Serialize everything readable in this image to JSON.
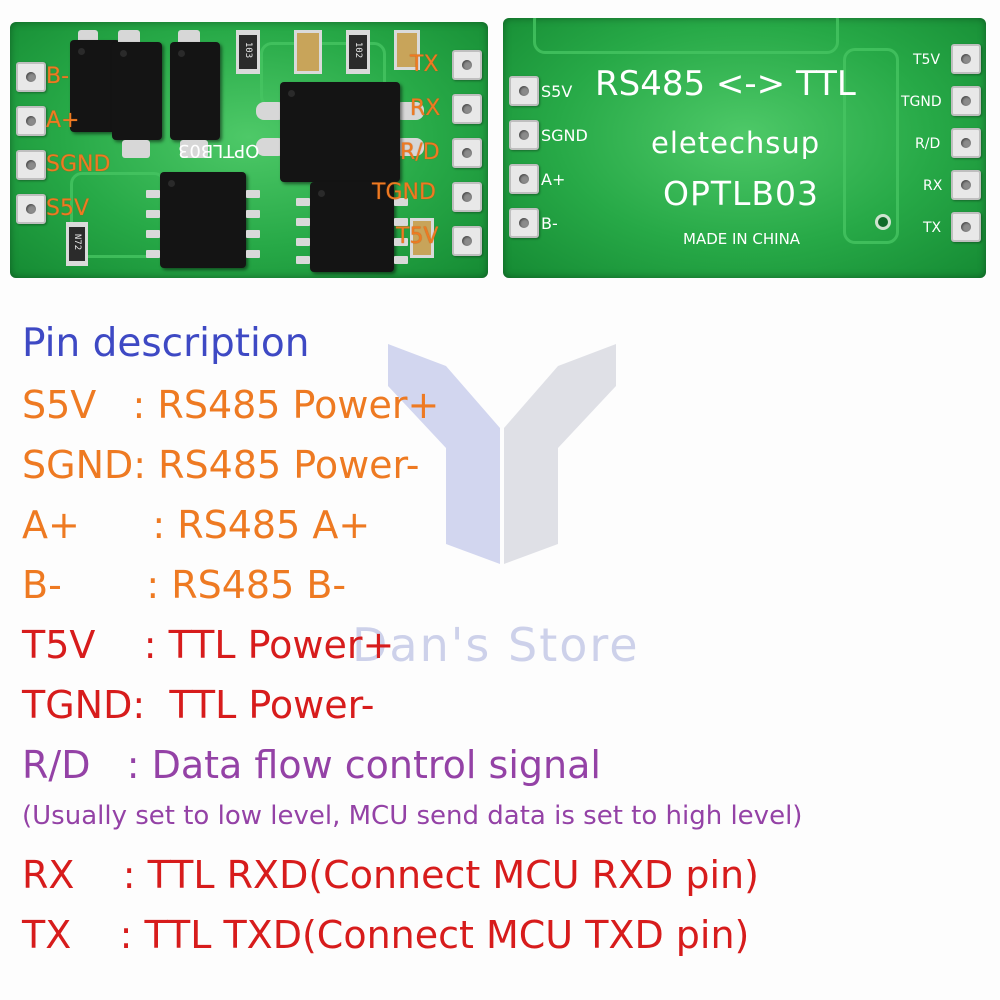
{
  "top_board": {
    "left_labels": [
      "B-",
      "A+",
      "SGND",
      "S5V"
    ],
    "right_labels": [
      "TX",
      "RX",
      "R/D",
      "TGND",
      "T5V"
    ],
    "chip_marking": "OPTLB03",
    "component_markings": [
      "103",
      "102",
      "N72"
    ]
  },
  "bottom_board": {
    "title": "RS485 <-> TTL",
    "brand": "eletechsup",
    "model": "OPTLB03",
    "made_in": "MADE IN CHINA",
    "left_labels": [
      "S5V",
      "SGND",
      "A+",
      "B-"
    ],
    "right_labels": [
      "T5V",
      "TGND",
      "R/D",
      "RX",
      "TX"
    ]
  },
  "watermark": {
    "text": "Dan's Store"
  },
  "pin_description": {
    "title": "Pin description",
    "rows": [
      {
        "pin": "S5V",
        "sep": "   : ",
        "desc": "RS485 Power+",
        "color": "#ee7a22"
      },
      {
        "pin": "SGND",
        "sep": ": ",
        "desc": "RS485 Power-",
        "color": "#ee7a22"
      },
      {
        "pin": "A+",
        "sep": "      : ",
        "desc": "RS485 A+",
        "color": "#ee7a22"
      },
      {
        "pin": "B-",
        "sep": "       : ",
        "desc": "RS485 B-",
        "color": "#ee7a22"
      },
      {
        "pin": "T5V",
        "sep": "    : ",
        "desc": "TTL Power+",
        "color": "#d71c1c"
      },
      {
        "pin": "TGND",
        "sep": ":  ",
        "desc": "TTL Power-",
        "color": "#d71c1c"
      },
      {
        "pin": "R/D",
        "sep": "   : ",
        "desc": "Data flow control signal",
        "color": "#9442a6"
      },
      {
        "pin": "RX",
        "sep": "    : ",
        "desc": "TTL RXD(Connect MCU RXD pin)",
        "color": "#d71c1c"
      },
      {
        "pin": "TX",
        "sep": "    : ",
        "desc": "TTL TXD(Connect MCU TXD pin)",
        "color": "#d71c1c"
      }
    ],
    "rd_note": "(Usually set to low level, MCU send data is set to high level)"
  }
}
